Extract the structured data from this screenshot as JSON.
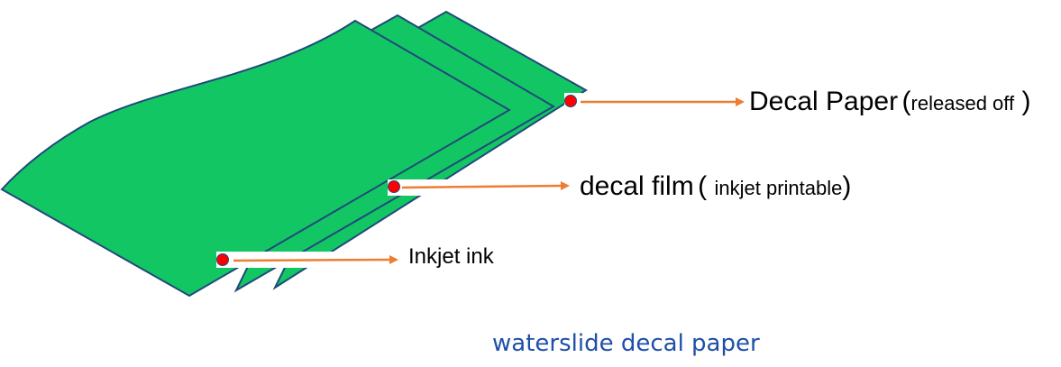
{
  "diagram": {
    "caption": "waterslide decal paper",
    "colors": {
      "sheet_fill": "#13c664",
      "sheet_edge": "#1f4a7a",
      "marker": "#ff0000",
      "arrow": "#ed7d31",
      "caption": "#1f4fa8"
    },
    "layers": [
      {
        "name": "Decal Paper",
        "note_open": "(",
        "note": "released off",
        "note_close": " )"
      },
      {
        "name": "decal film",
        "note_open": "( ",
        "note": "inkjet printable",
        "note_close": ")"
      },
      {
        "name": "Inkjet ink"
      }
    ]
  }
}
